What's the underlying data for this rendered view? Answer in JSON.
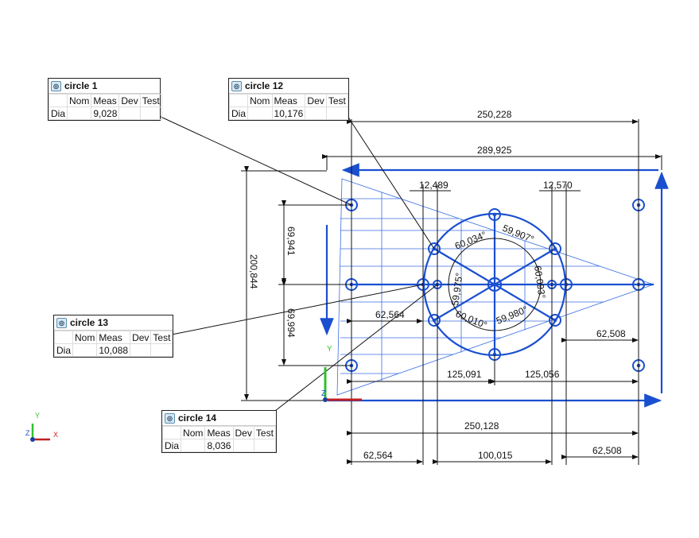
{
  "callouts": [
    {
      "title": "circle 1",
      "cols": [
        "",
        "Nom",
        "Meas",
        "Dev",
        "Test"
      ],
      "row": [
        "Dia",
        "",
        "9,028",
        "",
        ""
      ]
    },
    {
      "title": "circle 12",
      "cols": [
        "",
        "Nom",
        "Meas",
        "Dev",
        "Test"
      ],
      "row": [
        "Dia",
        "",
        "10,176",
        "",
        ""
      ]
    },
    {
      "title": "circle 13",
      "cols": [
        "",
        "Nom",
        "Meas",
        "Dev",
        "Test"
      ],
      "row": [
        "Dia",
        "",
        "10,088",
        "",
        ""
      ]
    },
    {
      "title": "circle 14",
      "cols": [
        "",
        "Nom",
        "Meas",
        "Dev",
        "Test"
      ],
      "row": [
        "Dia",
        "",
        "8,036",
        "",
        ""
      ]
    }
  ],
  "dimensions": {
    "top_width": "250,228",
    "overall_width": "289,925",
    "gap_left": "12,489",
    "gap_right": "12,570",
    "v_upper": "69,941",
    "v_lower": "69,994",
    "overall_height": "200,844",
    "left_offset": "62,564",
    "right_offset": "62,508",
    "half_left": "125,091",
    "half_right": "125,056",
    "bottom_width": "250,128",
    "bottom_left": "62,564",
    "bottom_mid": "100,015",
    "bottom_right": "62,508"
  },
  "angles": [
    "60,034°",
    "59,907°",
    "59,975°",
    "60,093°",
    "60,010°",
    "59,980°"
  ],
  "axes": {
    "x": "X",
    "y": "Y",
    "z": "Z"
  },
  "colors": {
    "feature": "#1a4fd0",
    "dimension": "#111111",
    "x_axis": "#d02020",
    "y_axis": "#30c030"
  }
}
